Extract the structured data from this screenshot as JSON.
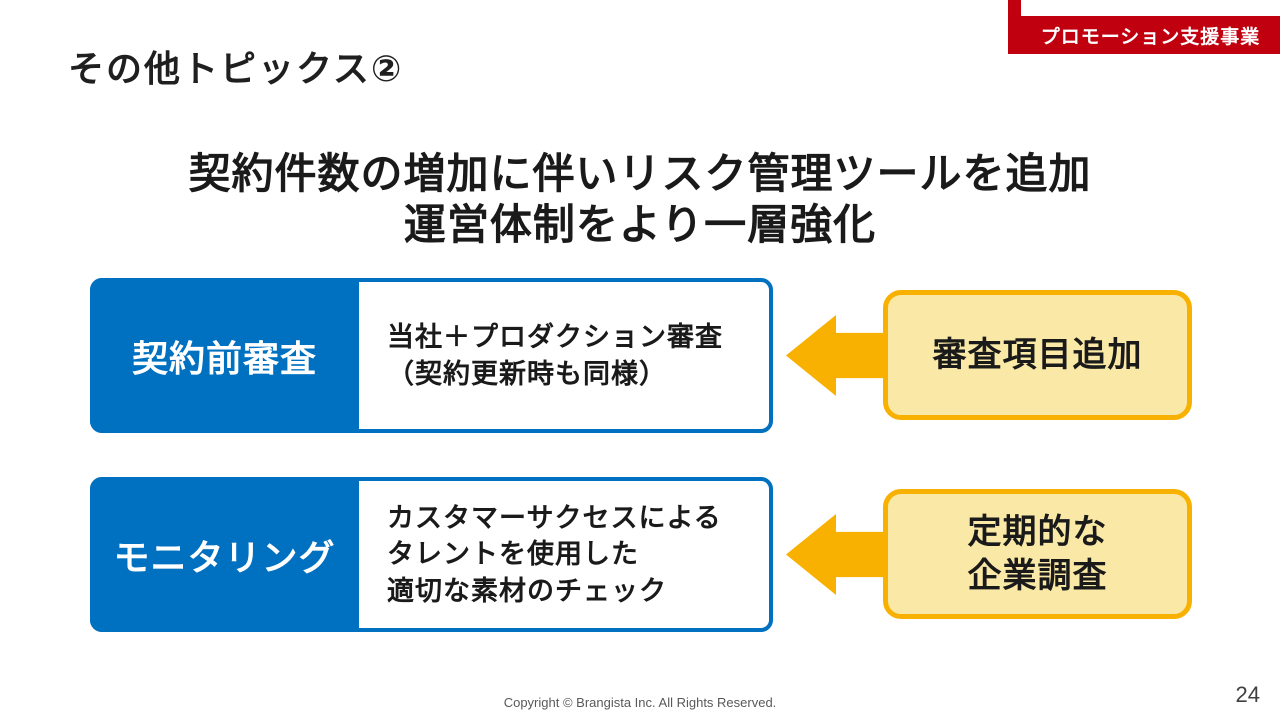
{
  "badge": {
    "label": "プロモーション支援事業"
  },
  "title": "その他トピックス②",
  "heading": {
    "line1": "契約件数の増加に伴いリスク管理ツールを追加",
    "line2": "運営体制をより一層強化"
  },
  "rows": [
    {
      "label": "契約前審査",
      "description": "当社＋プロダクション審査\n（契約更新時も同様）",
      "highlight": "審査項目追加"
    },
    {
      "label": "モニタリング",
      "description": "カスタマーサクセスによる\nタレントを使用した\n適切な素材のチェック",
      "highlight": "定期的な\n企業調査"
    }
  ],
  "footer": {
    "copyright": "Copyright © Brangista Inc. All Rights Reserved.",
    "page_number": "24"
  },
  "colors": {
    "accent_red": "#C0000E",
    "accent_blue": "#0070C0",
    "accent_orange": "#F8B100",
    "highlight_fill": "#FAE8A6",
    "text_dark": "#1A1A1A"
  }
}
